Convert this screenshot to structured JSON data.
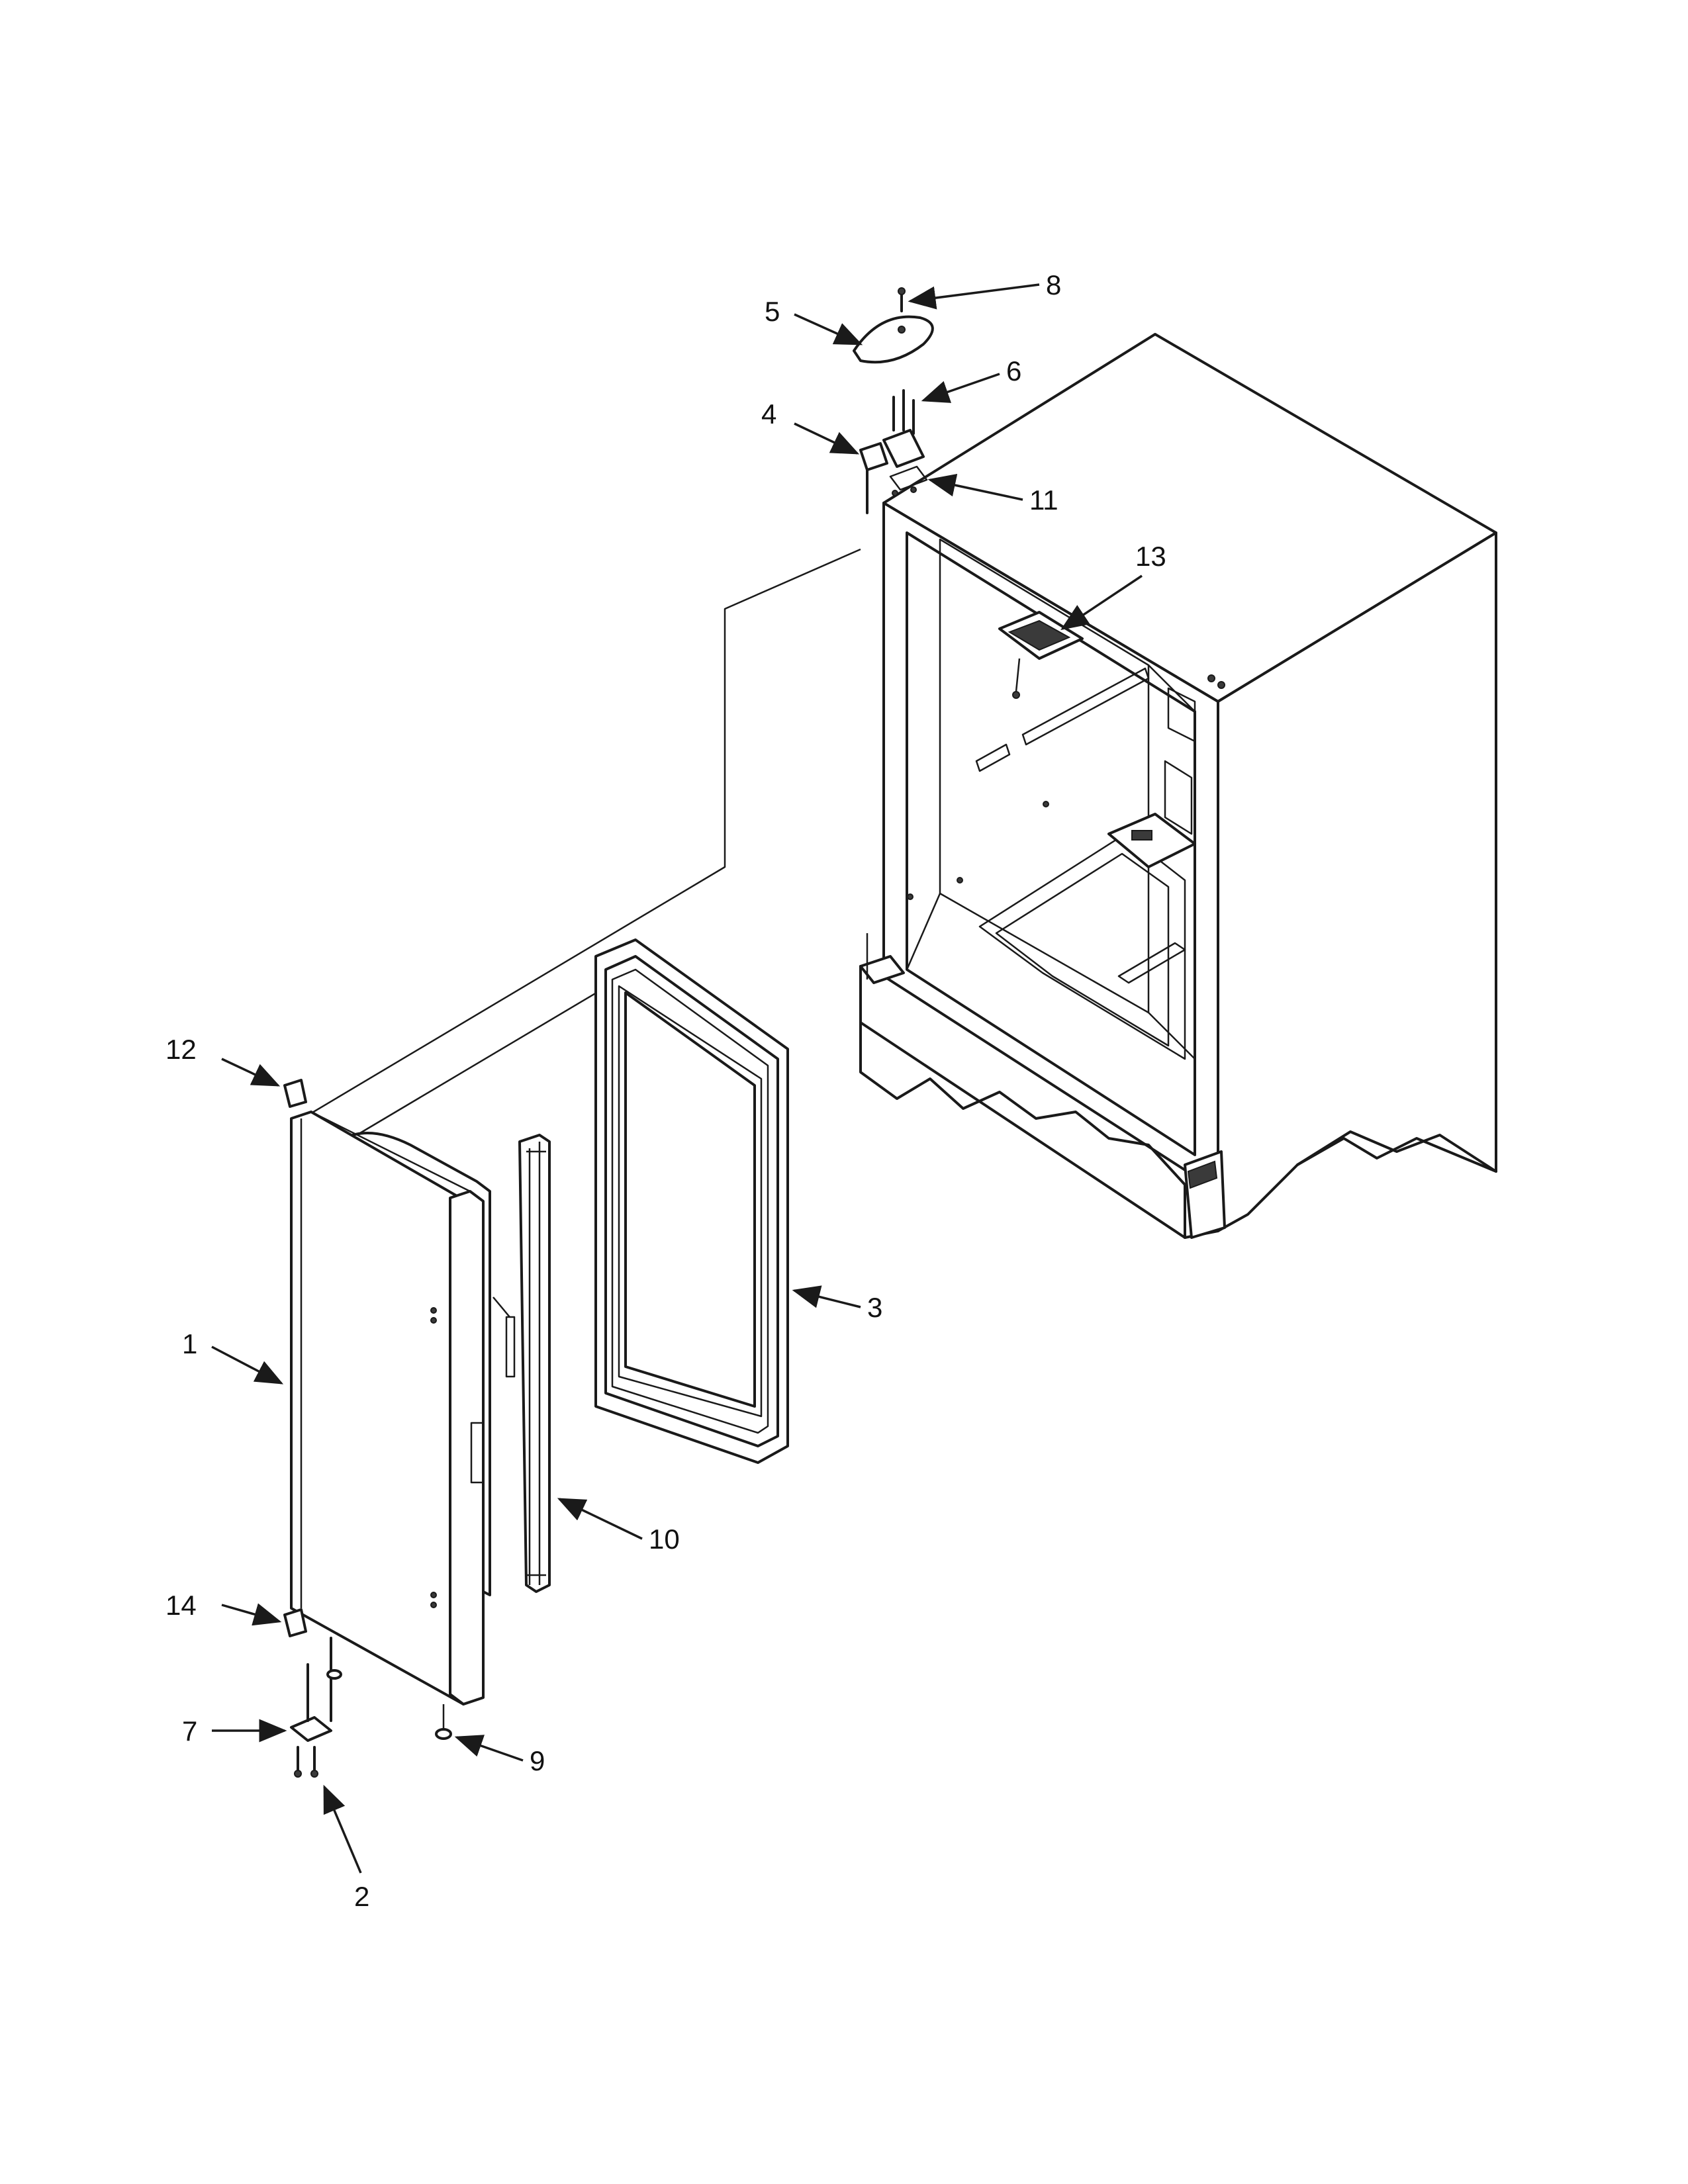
{
  "callouts": [
    {
      "id": "1",
      "label": "1"
    },
    {
      "id": "2",
      "label": "2"
    },
    {
      "id": "3",
      "label": "3"
    },
    {
      "id": "4",
      "label": "4"
    },
    {
      "id": "5",
      "label": "5"
    },
    {
      "id": "6",
      "label": "6"
    },
    {
      "id": "7",
      "label": "7"
    },
    {
      "id": "8",
      "label": "8"
    },
    {
      "id": "9",
      "label": "9"
    },
    {
      "id": "10",
      "label": "10"
    },
    {
      "id": "11",
      "label": "11"
    },
    {
      "id": "12",
      "label": "12"
    },
    {
      "id": "13",
      "label": "13"
    },
    {
      "id": "14",
      "label": "14"
    }
  ],
  "colors": {
    "line": "#1a1a1a",
    "background": "#ffffff"
  }
}
